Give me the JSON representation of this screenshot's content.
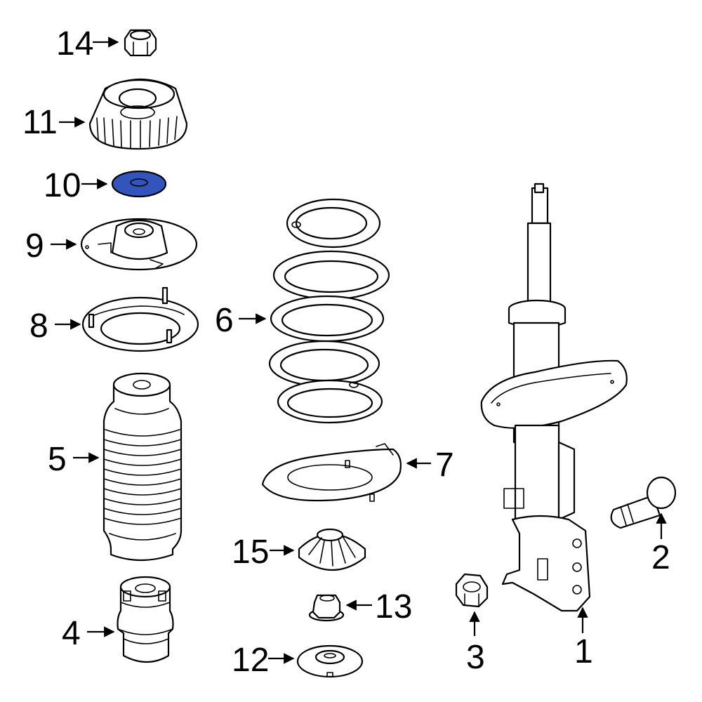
{
  "colors": {
    "line": "#000000",
    "background": "#ffffff",
    "highlight": "#3355bb"
  },
  "highlighted_part": "10",
  "callouts": {
    "c1": "1",
    "c2": "2",
    "c3": "3",
    "c4": "4",
    "c5": "5",
    "c6": "6",
    "c7": "7",
    "c8": "8",
    "c9": "9",
    "c10": "10",
    "c11": "11",
    "c12": "12",
    "c13": "13",
    "c14": "14",
    "c15": "15"
  }
}
